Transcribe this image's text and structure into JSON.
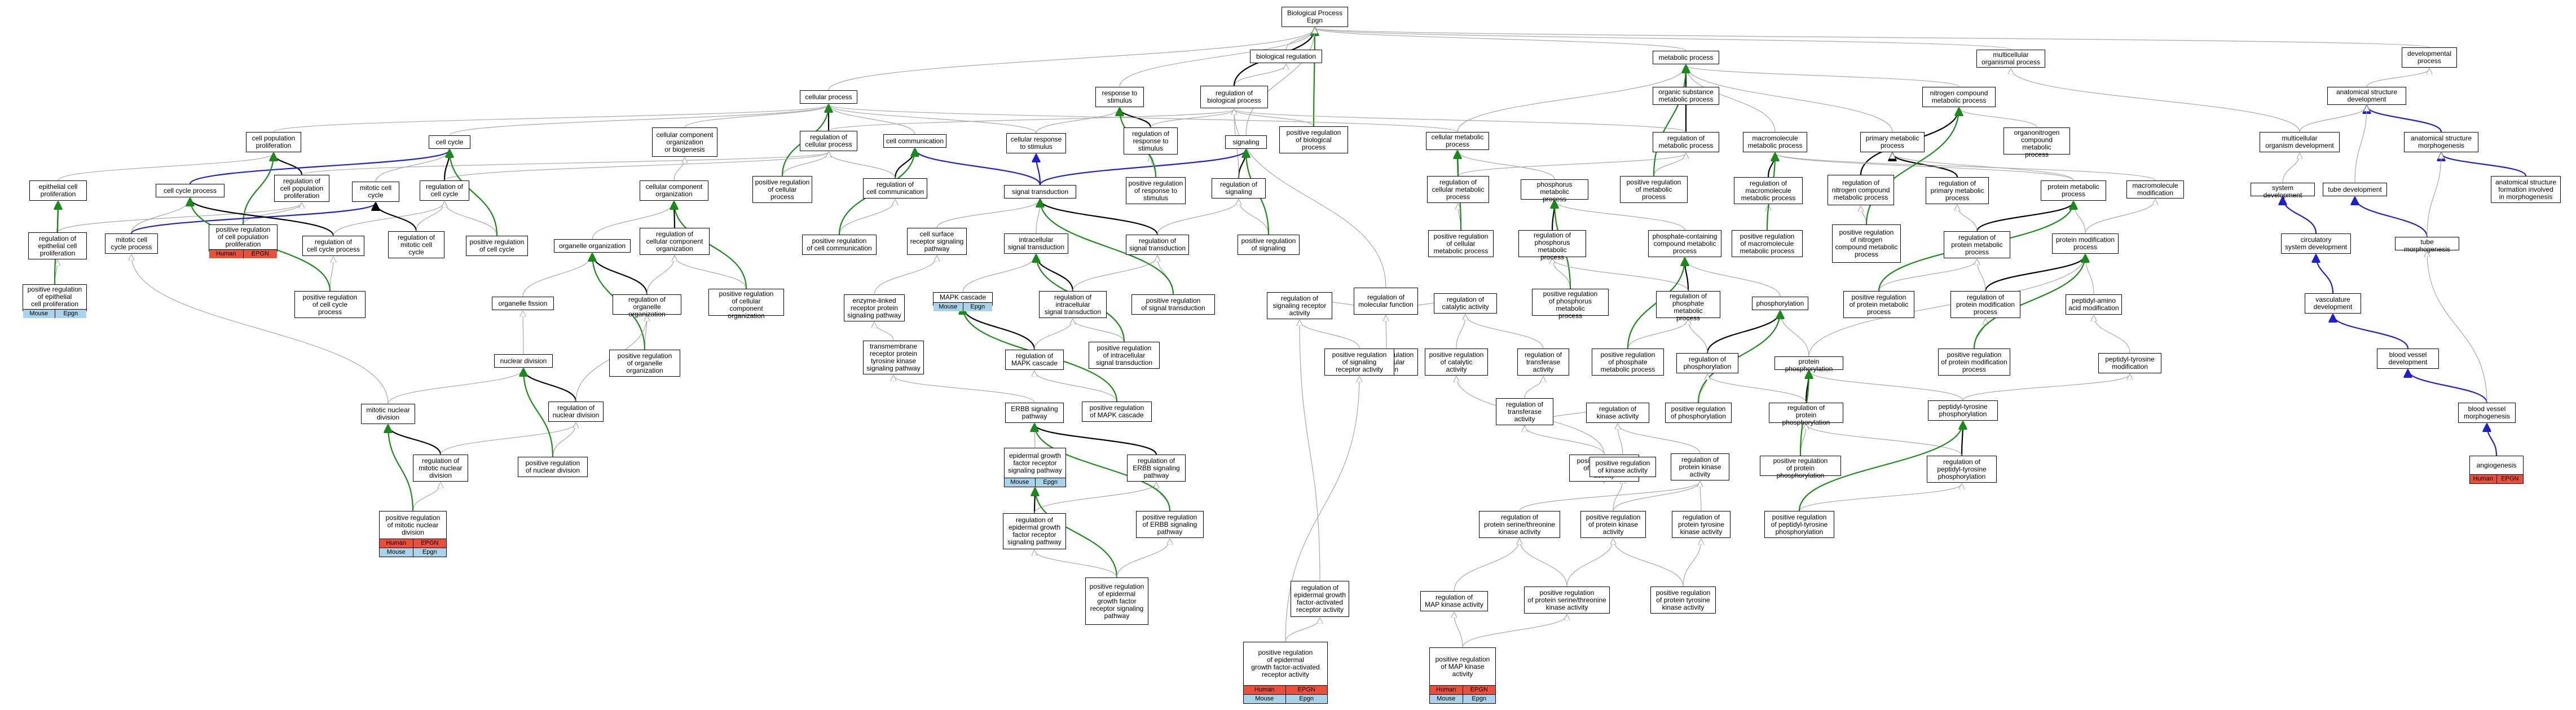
{
  "colors": {
    "edge_is_a": "#a8a8a8",
    "edge_regulates": "#000000",
    "edge_positively_regulates": "#1a8a1a",
    "edge_part_of": "#1f1fcc",
    "tag_red": "#e8503a",
    "tag_blue": "#a9d3e8"
  },
  "nodes": {
    "bp": {
      "label": "Biological Process\nEpgn"
    },
    "bioreg": {
      "label": "biological regulation"
    },
    "multicell": {
      "label": "multicellular\norganismal process"
    },
    "devproc": {
      "label": "developmental\nprocess"
    },
    "metab": {
      "label": "metabolic process"
    },
    "cellproc": {
      "label": "cellular process"
    },
    "respstim": {
      "label": "response to\nstimulus"
    },
    "regbio": {
      "label": "regulation of\nbiological process"
    },
    "orgsub": {
      "label": "organic substance\nmetabolic process"
    },
    "nitro": {
      "label": "nitrogen compound\nmetabolic process"
    },
    "anatdev": {
      "label": "anatomical structure\ndevelopment"
    },
    "cellpopprol": {
      "label": "cell population\nproliferation"
    },
    "cellcomp": {
      "label": "cellular component\norganization\nor biogenesis"
    },
    "regcellproc": {
      "label": "regulation of\ncellular process"
    },
    "cellcomm": {
      "label": "cell communication"
    },
    "cellresp": {
      "label": "cellular response\nto stimulus"
    },
    "regresp": {
      "label": "regulation of\nresponse to\nstimulus"
    },
    "posregbio": {
      "label": "positive regulation\nof biological\nprocess"
    },
    "cellmetab": {
      "label": "cellular metabolic\nprocess"
    },
    "regmetab": {
      "label": "regulation of\nmetabolic process"
    },
    "macromol": {
      "label": "macromolecule\nmetabolic process"
    },
    "primary": {
      "label": "primary metabolic\nprocess"
    },
    "organonitro": {
      "label": "organonitrogen\ncompound metabolic\nprocess"
    },
    "multidev": {
      "label": "multicellular\norganism development"
    },
    "anatmorph": {
      "label": "anatomical structure\nmorphogenesis"
    },
    "cellcycle": {
      "label": "cell cycle"
    },
    "regcellpopprol": {
      "label": "regulation of\ncell population\nproliferation"
    },
    "signaling": {
      "label": "signaling"
    },
    "regsig": {
      "label": "regulation of\nsignaling"
    },
    "regcellcomm": {
      "label": "regulation of\ncell communication"
    },
    "sigtrans": {
      "label": "signal transduction"
    },
    "posregresp": {
      "label": "positive regulation\nof response to\nstimulus"
    },
    "posregcellproc": {
      "label": "positive regulation\nof cellular\nprocess"
    },
    "regcellmetab": {
      "label": "regulation of\ncellular metabolic\nprocess"
    },
    "phosmetab": {
      "label": "phosphorus metabolic\nprocess"
    },
    "posregmetab": {
      "label": "positive regulation\nof metabolic\nprocess"
    },
    "regmacromol": {
      "label": "regulation of\nmacromolecule\nmetabolic process"
    },
    "regnitro": {
      "label": "regulation of\nnitrogen compound\nmetabolic process"
    },
    "regprimary": {
      "label": "regulation of\nprimary metabolic\nprocess"
    },
    "protmetab": {
      "label": "protein metabolic\nprocess"
    },
    "macromod": {
      "label": "macromolecule\nmodification"
    },
    "sysdev": {
      "label": "system development"
    },
    "tubedev": {
      "label": "tube development"
    },
    "anatformmorph": {
      "label": "anatomical structure\nformation involved\nin morphogenesis"
    },
    "epiprol": {
      "label": "epithelial cell\nproliferation"
    },
    "cellcycleproc": {
      "label": "cell cycle process"
    },
    "mitoticcycle": {
      "label": "mitotic cell\ncycle"
    },
    "regcellcycle": {
      "label": "regulation of\ncell cycle"
    },
    "cellcomporg": {
      "label": "cellular component\norganization"
    },
    "posregcellpopprol": {
      "label": "positive regulation\nof cell population\nproliferation",
      "tags": [
        [
          "Human",
          "EPGN"
        ]
      ]
    },
    "cellsurfrec": {
      "label": "cell surface\nreceptor signaling\npathway"
    },
    "intracell": {
      "label": "intracellular\nsignal transduction"
    },
    "regsigtrans": {
      "label": "regulation of\nsignal transduction"
    },
    "posregsig": {
      "label": "positive regulation\nof signaling"
    },
    "posregcellcomm": {
      "label": "positive regulation\nof cell communication"
    },
    "posregcellmetab": {
      "label": "positive regulation\nof cellular\nmetabolic process"
    },
    "regphosmetab": {
      "label": "regulation of\nphosphorus metabolic\nprocess"
    },
    "phosphatecont": {
      "label": "phosphate-containing\ncompound metabolic\nprocess"
    },
    "posregmacromol": {
      "label": "positive regulation\nof macromolecule\nmetabolic process"
    },
    "posregnitro": {
      "label": "positive regulation\nof nitrogen\ncompound metabolic\nprocess"
    },
    "regprotmetab": {
      "label": "regulation of\nprotein metabolic\nprocess"
    },
    "protmod": {
      "label": "protein modification\nprocess"
    },
    "circsys": {
      "label": "circulatory\nsystem development"
    },
    "tubemorph": {
      "label": "tube morphogenesis"
    },
    "mitoticproc": {
      "label": "mitotic cell\ncycle process"
    },
    "regepiprol": {
      "label": "regulation of\nepithelial cell\nproliferation"
    },
    "regcellcycleproc": {
      "label": "regulation of\ncell cycle process"
    },
    "regmitotic": {
      "label": "regulation of\nmitotic cell\ncycle"
    },
    "posregcellcycle": {
      "label": "positive regulation\nof cell cycle"
    },
    "organelleorg": {
      "label": "organelle organization"
    },
    "regcellcomporg": {
      "label": "regulation of\ncellular component\norganization"
    },
    "mapk": {
      "label": "MAPK cascade",
      "tags": [
        [
          "Mouse",
          "Epgn"
        ]
      ]
    },
    "regintracell": {
      "label": "regulation of\nintracellular\nsignal transduction"
    },
    "posregsigtrans": {
      "label": "positive regulation\nof signal transduction"
    },
    "regmolfunc": {
      "label": "regulation of\nmolecular function"
    },
    "regsigrec": {
      "label": "regulation of\nsignaling receptor\nactivity"
    },
    "regcatal": {
      "label": "regulation of\ncatalytic activity"
    },
    "posregphosmetab": {
      "label": "positive regulation\nof phosphorus metabolic\nprocess"
    },
    "regphosphate": {
      "label": "regulation of\nphosphate metabolic\nprocess"
    },
    "phosphorylation": {
      "label": "phosphorylation"
    },
    "posregprotmetab": {
      "label": "positive regulation\nof protein metabolic\nprocess"
    },
    "regprotmod": {
      "label": "regulation of\nprotein modification\nprocess"
    },
    "peptidylamino": {
      "label": "peptidyl-amino\nacid modification"
    },
    "vasc": {
      "label": "vasculature\ndevelopment"
    },
    "posregepiprol": {
      "label": "positive regulation\nof epithelial\ncell proliferation",
      "tags": [
        [
          "Mouse",
          "Epgn"
        ]
      ]
    },
    "posregcellcycleproc": {
      "label": "positive regulation\nof cell cycle\nprocess"
    },
    "organellefission": {
      "label": "organelle fission"
    },
    "regorganelleorg": {
      "label": "regulation of\norganelle organization"
    },
    "posregcellcomporg": {
      "label": "positive regulation\nof cellular\ncomponent organization"
    },
    "enzymerec": {
      "label": "enzyme-linked\nreceptor protein\nsignaling pathway"
    },
    "regmapk": {
      "label": "regulation of\nMAPK cascade"
    },
    "posregintracell": {
      "label": "positive regulation\nof intracellular\nsignal transduction"
    },
    "posregmolfunc": {
      "label": "positive regulation\nof molecular\nfunction"
    },
    "posregsigrec": {
      "label": "positive regulation\nof signaling\nreceptor activity"
    },
    "posregcatal": {
      "label": "positive regulation\nof catalytic\nactivity"
    },
    "regtransf": {
      "label": "regulation of\ntransferase\nactivity"
    },
    "posregphosphate": {
      "label": "positive regulation\nof phosphate\nmetabolic process"
    },
    "regphosphorylation": {
      "label": "regulation of\nphosphorylation"
    },
    "protphos": {
      "label": "protein phosphorylation"
    },
    "posregprotmod": {
      "label": "positive regulation\nof protein modification\nprocess"
    },
    "peptidyltyrmod": {
      "label": "peptidyl-tyrosine\nmodification"
    },
    "bloodvesseldev": {
      "label": "blood vessel\ndevelopment"
    },
    "nucdiv": {
      "label": "nuclear division"
    },
    "posregorganelleorg": {
      "label": "positive regulation\nof organelle\norganization"
    },
    "tmrptk": {
      "label": "transmembrane\nreceptor protein\ntyrosine kinase\nsignaling pathway"
    },
    "posregmapk": {
      "label": "positive regulation\nof MAPK cascade"
    },
    "erbb": {
      "label": "ERBB signaling\npathway"
    },
    "regtransfact": {
      "label": "regulation of\ntransferase\nactivity"
    },
    "regkinase": {
      "label": "regulation of\nkinase activity"
    },
    "posregphosphorylation": {
      "label": "positive regulation\nof phosphorylation"
    },
    "regprotphos": {
      "label": "regulation of\nprotein phosphorylation"
    },
    "peptidyltyrphos": {
      "label": "peptidyl-tyrosine\nphosphorylation"
    },
    "bloodvesselmorph": {
      "label": "blood vessel\nmorphogenesis"
    },
    "mitoticnucdiv": {
      "label": "mitotic nuclear\ndivision"
    },
    "regnucdiv": {
      "label": "regulation of\nnuclear division"
    },
    "egfr": {
      "label": "epidermal growth\nfactor receptor\nsignaling pathway",
      "tags": [
        [
          "Mouse",
          "Epgn"
        ]
      ]
    },
    "regerbb": {
      "label": "regulation of\nERBB signaling\npathway"
    },
    "posregtransf": {
      "label": "positive regulation\nof transferase\nactivity"
    },
    "regprotkinase": {
      "label": "regulation of\nprotein kinase\nactivity"
    },
    "posregprotphos": {
      "label": "positive regulation\nof protein phosphorylation"
    },
    "regpeptidyltyr": {
      "label": "regulation of\npeptidyl-tyrosine\nphosphorylation"
    },
    "angio": {
      "label": "angiogenesis",
      "tags": [
        [
          "Human",
          "EPGN"
        ]
      ]
    },
    "regmitoticnucdiv": {
      "label": "regulation of\nmitotic nuclear\ndivision"
    },
    "posregnucdiv": {
      "label": "positive regulation\nof nuclear division"
    },
    "posregkinase": {
      "label": "positive regulation\nof kinase activity"
    },
    "regserthr": {
      "label": "regulation of\nprotein serine/threonine\nkinase activity"
    },
    "posregprotkinase": {
      "label": "positive regulation\nof protein kinase\nactivity"
    },
    "regprottyr": {
      "label": "regulation of\nprotein tyrosine\nkinase activity"
    },
    "posregpeptidyltyr": {
      "label": "positive regulation\nof peptidyl-tyrosine\nphosphorylation"
    },
    "posregmitoticnucdiv": {
      "label": "positive regulation\nof mitotic nuclear\ndivision",
      "tags": [
        [
          "Human",
          "EPGN"
        ],
        [
          "Mouse",
          "Epgn"
        ]
      ]
    },
    "regegfr": {
      "label": "regulation of\nepidermal growth\nfactor receptor\nsignaling pathway"
    },
    "posregerbb": {
      "label": "positive regulation\nof ERBB signaling\npathway"
    },
    "posregegfr": {
      "label": "positive regulation\nof epidermal\ngrowth factor\nreceptor signaling\npathway"
    },
    "regegfact": {
      "label": "regulation of\nepidermal growth\nfactor-activated\nreceptor activity"
    },
    "regmapkact": {
      "label": "regulation of\nMAP kinase activity"
    },
    "posregserthr": {
      "label": "positive regulation\nof protein serine/threonine\nkinase activity"
    },
    "posregprottyr": {
      "label": "positive regulation\nof protein tyrosine\nkinase activity"
    },
    "posregegfact": {
      "label": "positive regulation\nof epidermal\ngrowth factor-activated\nreceptor activity",
      "tags": [
        [
          "Human",
          "EPGN"
        ],
        [
          "Mouse",
          "Epgn"
        ]
      ]
    },
    "posregmapkact": {
      "label": "positive regulation\nof MAP kinase\nactivity",
      "tags": [
        [
          "Human",
          "EPGN"
        ],
        [
          "Mouse",
          "Epgn"
        ]
      ]
    }
  }
}
